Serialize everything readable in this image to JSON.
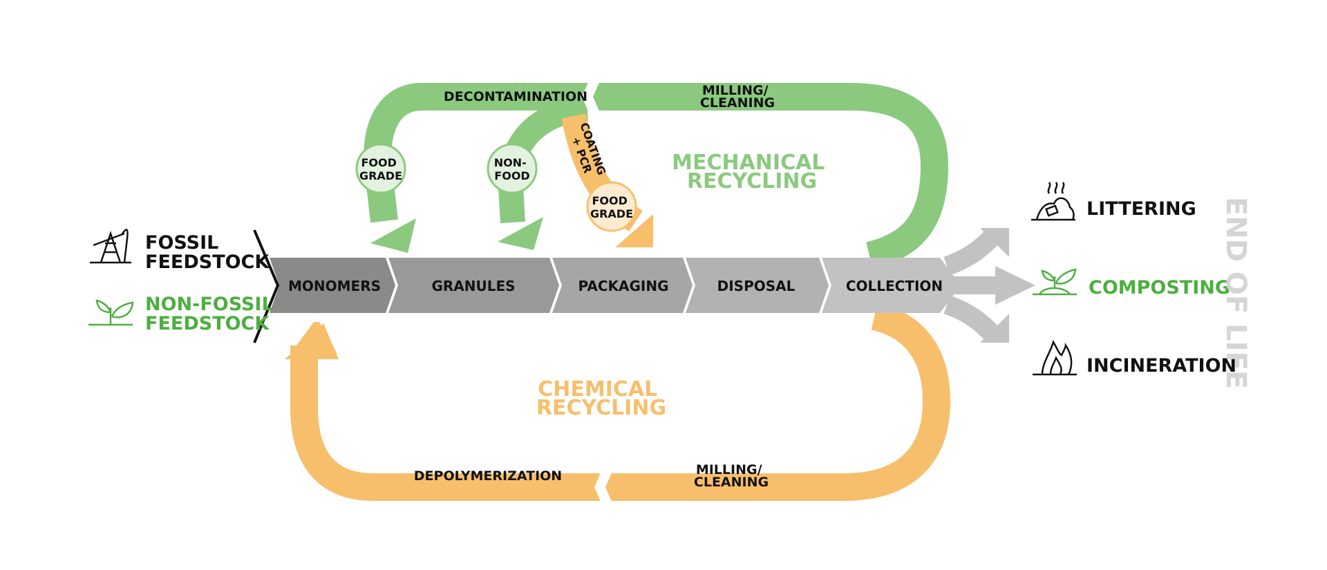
{
  "feedstock": {
    "fossil": [
      "FOSSIL",
      "FEEDSTOCK"
    ],
    "non_fossil": [
      "NON-FOSSIL",
      "FEEDSTOCK"
    ]
  },
  "chain": [
    "MONOMERS",
    "GRANULES",
    "PACKAGING",
    "DISPOSAL",
    "COLLECTION"
  ],
  "mechanical": {
    "title": [
      "MECHANICAL",
      "RECYCLING"
    ],
    "decontamination": "DECONTAMINATION",
    "milling": [
      "MILLING/",
      "CLEANING"
    ],
    "food_grade": [
      "FOOD",
      "GRADE"
    ],
    "non_food": [
      "NON-",
      "FOOD"
    ],
    "coating": [
      "COATING",
      "+ PCR"
    ],
    "coating_food_grade": [
      "FOOD",
      "GRADE"
    ]
  },
  "chemical": {
    "title": [
      "CHEMICAL",
      "RECYCLING"
    ],
    "depolymerization": "DEPOLYMERIZATION",
    "milling": [
      "MILLING/",
      "CLEANING"
    ]
  },
  "end_of_life": {
    "vertical_label": "END OF LIFE",
    "littering": "LITTERING",
    "composting": "COMPOSTING",
    "incineration": "INCINERATION"
  },
  "icons": [
    "oil-pump-icon",
    "sprout-icon",
    "litter-pile-icon",
    "compost-sprout-icon",
    "fire-icon"
  ],
  "colors": {
    "green": "#8bc97f",
    "green_dark_text": "#4caf3f",
    "orange": "#f7bf6c",
    "chain_dark": "#8a8a8a",
    "chain_light": "#c2c2c2"
  }
}
